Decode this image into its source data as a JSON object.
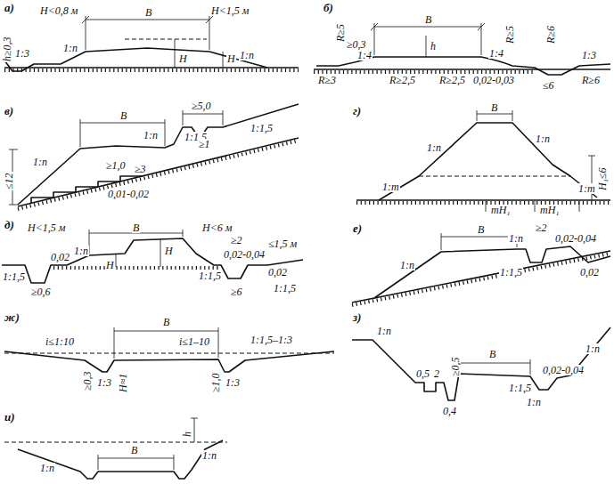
{
  "diagram": {
    "labels": [
      "а)",
      "H<0,8 м",
      "B",
      "H<1,5 м",
      "h≥0,3",
      "1:3",
      "1:n",
      "H",
      "H",
      "1:n",
      "б)",
      "B",
      "R≥5",
      "≥0,3",
      "1:4",
      "1:4",
      "h",
      "R≥5",
      "R≥6",
      "1:3",
      "R≥3",
      "R≥2,5",
      "R≥2,5",
      "0,02-0,03",
      "≤6",
      "R≥6",
      "в)",
      "B",
      "≥5,0",
      "1:n",
      "1:1,5",
      "1:1,5",
      "≤12",
      "1:n",
      "≥1,0",
      "≥3",
      "≥1",
      "0,01-0,02",
      "г)",
      "B",
      "1:n",
      "1:n",
      "1:m",
      "1:m",
      "H₁≤6",
      "mH₁",
      "mH₁",
      "д)",
      "H<1,5 м",
      "B",
      "H<6 м",
      "≥2",
      "0,02-0,04",
      "≤1,5 м",
      "1:1,5",
      "0,02",
      "1:n",
      "≥0,6",
      "H",
      "H",
      "1:1,5",
      "0,02",
      "≥6",
      "1:1,5",
      "е)",
      "B",
      "1:n",
      "1:n",
      "≥2",
      "0,02-0,04",
      "1:1,5",
      "0,02",
      "ж)",
      "B",
      "i≤1:10",
      "i≤1–10",
      "1:1,5–1:3",
      "≥0,3",
      "1:3",
      "H≈1",
      "≥1,0",
      "1:3",
      "з)",
      "1:n",
      "0,5",
      "2",
      "≥0,5",
      "B",
      "1:1,5",
      "0,02-0,04",
      "0,4",
      "1:n",
      "1:n",
      "и)",
      "h",
      "B",
      "1:n",
      "1:n"
    ]
  }
}
